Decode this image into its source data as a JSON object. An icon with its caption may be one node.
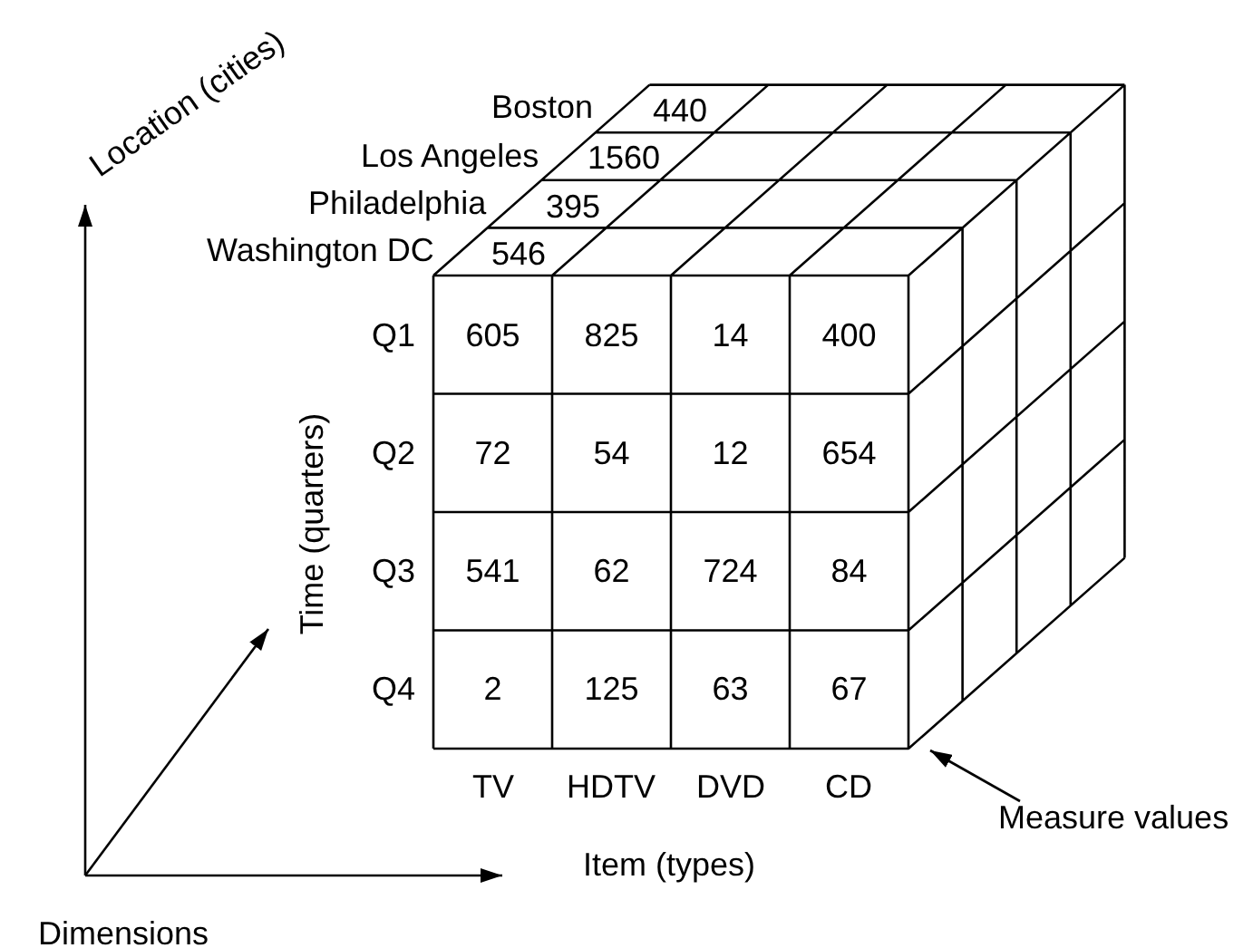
{
  "diagram": {
    "nodes": [
      {
        "text": [
          "Measure values"
        ]
      },
      {
        "text": [],
        "shape": "picture"
      }
    ],
    "edges": [
      {
        "from": 0,
        "to": 1,
        "arrow": "to"
      }
    ],
    "labels": [
      "Location (cities)",
      "Boston",
      "440",
      "Los Angeles",
      "1560",
      "Philadelphia",
      "395",
      "Washington DC",
      "546",
      "Q1",
      "605",
      "825",
      "14",
      "400",
      "Time (quarters)",
      "Q2",
      "72",
      "54",
      "12",
      "654",
      "Q3",
      "541",
      "62",
      "724",
      "84",
      "Q4",
      "2",
      "125",
      "63",
      "67",
      "TV",
      "HDTV",
      "DVD",
      "CD",
      "Item (types)",
      "Dimensions"
    ]
  }
}
